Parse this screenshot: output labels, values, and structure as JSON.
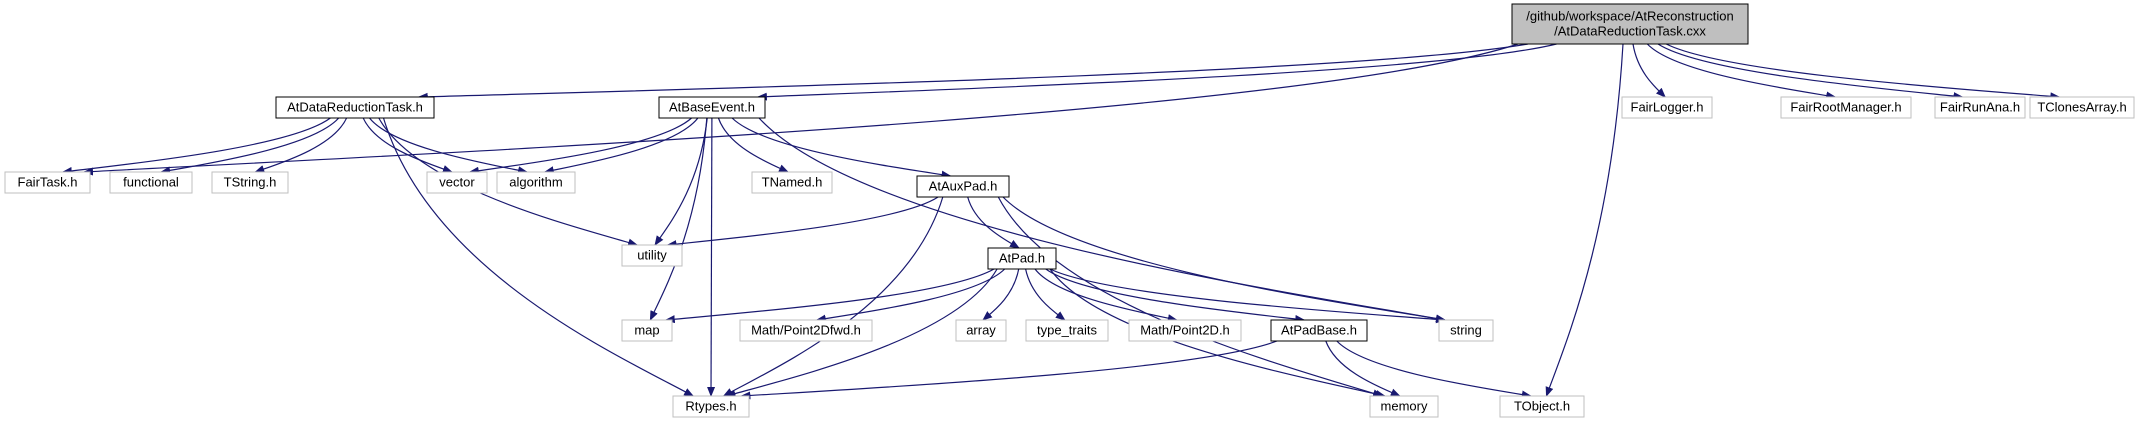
{
  "colors": {
    "edge": "#191970",
    "focus_fill": "#bfbfbf",
    "focus_border": "#000000",
    "internal_border": "#000000",
    "external_border": "#bfbfbf",
    "external_text": "#7f7f7f",
    "background": "#ffffff"
  },
  "nodes": [
    {
      "id": "root",
      "lines": [
        "/github/workspace/AtReconstruction",
        "/AtDataReductionTask.cxx"
      ],
      "kind": "focus"
    },
    {
      "id": "datared_h",
      "lines": [
        "AtDataReductionTask.h"
      ],
      "kind": "internal"
    },
    {
      "id": "baseevent_h",
      "lines": [
        "AtBaseEvent.h"
      ],
      "kind": "internal"
    },
    {
      "id": "auxpad_h",
      "lines": [
        "AtAuxPad.h"
      ],
      "kind": "internal"
    },
    {
      "id": "pad_h",
      "lines": [
        "AtPad.h"
      ],
      "kind": "internal"
    },
    {
      "id": "padbase_h",
      "lines": [
        "AtPadBase.h"
      ],
      "kind": "internal"
    },
    {
      "id": "fairtask_h",
      "lines": [
        "FairTask.h"
      ],
      "kind": "external"
    },
    {
      "id": "functional",
      "lines": [
        "functional"
      ],
      "kind": "external"
    },
    {
      "id": "tstring_h",
      "lines": [
        "TString.h"
      ],
      "kind": "external"
    },
    {
      "id": "vector",
      "lines": [
        "vector"
      ],
      "kind": "external"
    },
    {
      "id": "algorithm",
      "lines": [
        "algorithm"
      ],
      "kind": "external"
    },
    {
      "id": "tnamed_h",
      "lines": [
        "TNamed.h"
      ],
      "kind": "external"
    },
    {
      "id": "utility",
      "lines": [
        "utility"
      ],
      "kind": "external"
    },
    {
      "id": "map",
      "lines": [
        "map"
      ],
      "kind": "external"
    },
    {
      "id": "point2dfwd",
      "lines": [
        "Math/Point2Dfwd.h"
      ],
      "kind": "external"
    },
    {
      "id": "array",
      "lines": [
        "array"
      ],
      "kind": "external"
    },
    {
      "id": "type_traits",
      "lines": [
        "type_traits"
      ],
      "kind": "external"
    },
    {
      "id": "point2d",
      "lines": [
        "Math/Point2D.h"
      ],
      "kind": "external"
    },
    {
      "id": "string",
      "lines": [
        "string"
      ],
      "kind": "external"
    },
    {
      "id": "rtypes_h",
      "lines": [
        "Rtypes.h"
      ],
      "kind": "external"
    },
    {
      "id": "memory",
      "lines": [
        "memory"
      ],
      "kind": "external"
    },
    {
      "id": "tobject_h",
      "lines": [
        "TObject.h"
      ],
      "kind": "external"
    },
    {
      "id": "fairlogger_h",
      "lines": [
        "FairLogger.h"
      ],
      "kind": "external"
    },
    {
      "id": "fairrootmanager_h",
      "lines": [
        "FairRootManager.h"
      ],
      "kind": "external"
    },
    {
      "id": "fairrunana_h",
      "lines": [
        "FairRunAna.h"
      ],
      "kind": "external"
    },
    {
      "id": "tclonesarray_h",
      "lines": [
        "TClonesArray.h"
      ],
      "kind": "external"
    }
  ],
  "edges": [
    {
      "from": "root",
      "to": "datared_h"
    },
    {
      "from": "root",
      "to": "baseevent_h"
    },
    {
      "from": "root",
      "to": "fairtask_h"
    },
    {
      "from": "root",
      "to": "fairlogger_h"
    },
    {
      "from": "root",
      "to": "fairrootmanager_h"
    },
    {
      "from": "root",
      "to": "fairrunana_h"
    },
    {
      "from": "root",
      "to": "tclonesarray_h"
    },
    {
      "from": "root",
      "to": "tobject_h"
    },
    {
      "from": "datared_h",
      "to": "fairtask_h"
    },
    {
      "from": "datared_h",
      "to": "functional"
    },
    {
      "from": "datared_h",
      "to": "tstring_h"
    },
    {
      "from": "datared_h",
      "to": "vector"
    },
    {
      "from": "datared_h",
      "to": "algorithm"
    },
    {
      "from": "datared_h",
      "to": "utility"
    },
    {
      "from": "datared_h",
      "to": "rtypes_h"
    },
    {
      "from": "baseevent_h",
      "to": "vector"
    },
    {
      "from": "baseevent_h",
      "to": "algorithm"
    },
    {
      "from": "baseevent_h",
      "to": "tnamed_h"
    },
    {
      "from": "baseevent_h",
      "to": "auxpad_h"
    },
    {
      "from": "baseevent_h",
      "to": "utility"
    },
    {
      "from": "baseevent_h",
      "to": "map"
    },
    {
      "from": "baseevent_h",
      "to": "rtypes_h"
    },
    {
      "from": "baseevent_h",
      "to": "string"
    },
    {
      "from": "auxpad_h",
      "to": "pad_h"
    },
    {
      "from": "auxpad_h",
      "to": "utility"
    },
    {
      "from": "auxpad_h",
      "to": "rtypes_h"
    },
    {
      "from": "auxpad_h",
      "to": "string"
    },
    {
      "from": "auxpad_h",
      "to": "memory"
    },
    {
      "from": "pad_h",
      "to": "map"
    },
    {
      "from": "pad_h",
      "to": "point2dfwd"
    },
    {
      "from": "pad_h",
      "to": "array"
    },
    {
      "from": "pad_h",
      "to": "type_traits"
    },
    {
      "from": "pad_h",
      "to": "point2d"
    },
    {
      "from": "pad_h",
      "to": "padbase_h"
    },
    {
      "from": "pad_h",
      "to": "string"
    },
    {
      "from": "pad_h",
      "to": "memory"
    },
    {
      "from": "pad_h",
      "to": "rtypes_h"
    },
    {
      "from": "padbase_h",
      "to": "rtypes_h"
    },
    {
      "from": "padbase_h",
      "to": "memory"
    },
    {
      "from": "padbase_h",
      "to": "tobject_h"
    }
  ]
}
